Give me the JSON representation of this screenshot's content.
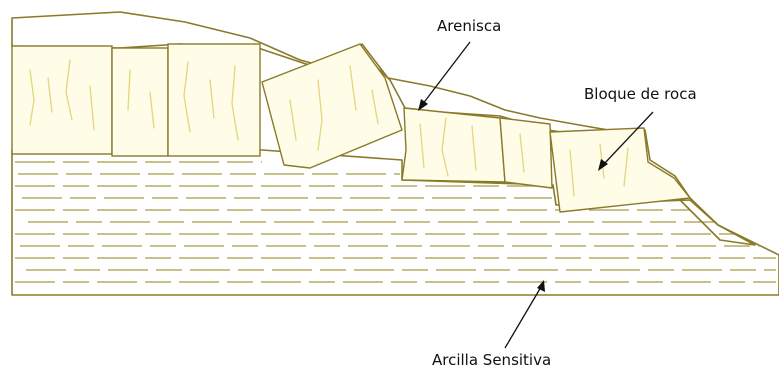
{
  "labels": {
    "sandstone": "Arenisca",
    "rock_block": "Bloque de roca",
    "clay": "Arcilla Sensitiva"
  },
  "colors": {
    "outline": "#8a7a28",
    "rock_fill": "#fffce8",
    "sand_fill": "#faf6df",
    "sand_dots": "#8a7a28",
    "crack": "#e3d77c",
    "text": "#111111"
  }
}
